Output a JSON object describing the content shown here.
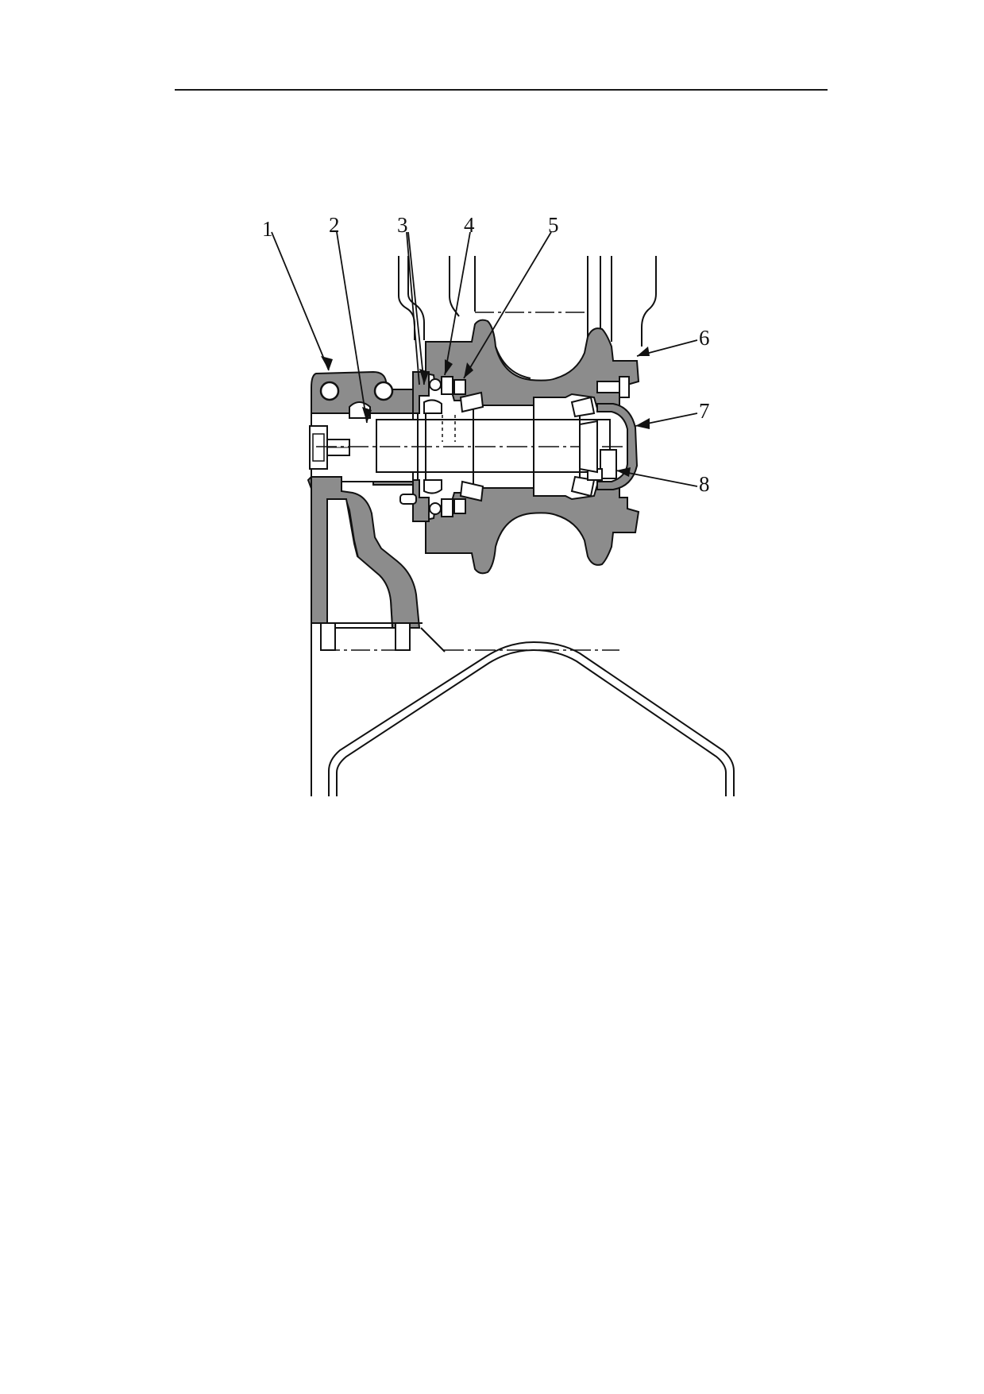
{
  "diagram": {
    "callouts": [
      {
        "id": "1",
        "label": "1"
      },
      {
        "id": "2",
        "label": "2"
      },
      {
        "id": "3",
        "label": "3"
      },
      {
        "id": "4",
        "label": "4"
      },
      {
        "id": "5",
        "label": "5"
      },
      {
        "id": "6",
        "label": "6"
      },
      {
        "id": "7",
        "label": "7"
      },
      {
        "id": "8",
        "label": "8"
      }
    ]
  },
  "colors": {
    "ink": "#111111",
    "section_fill": "#8c8c8c",
    "paper": "#ffffff"
  }
}
